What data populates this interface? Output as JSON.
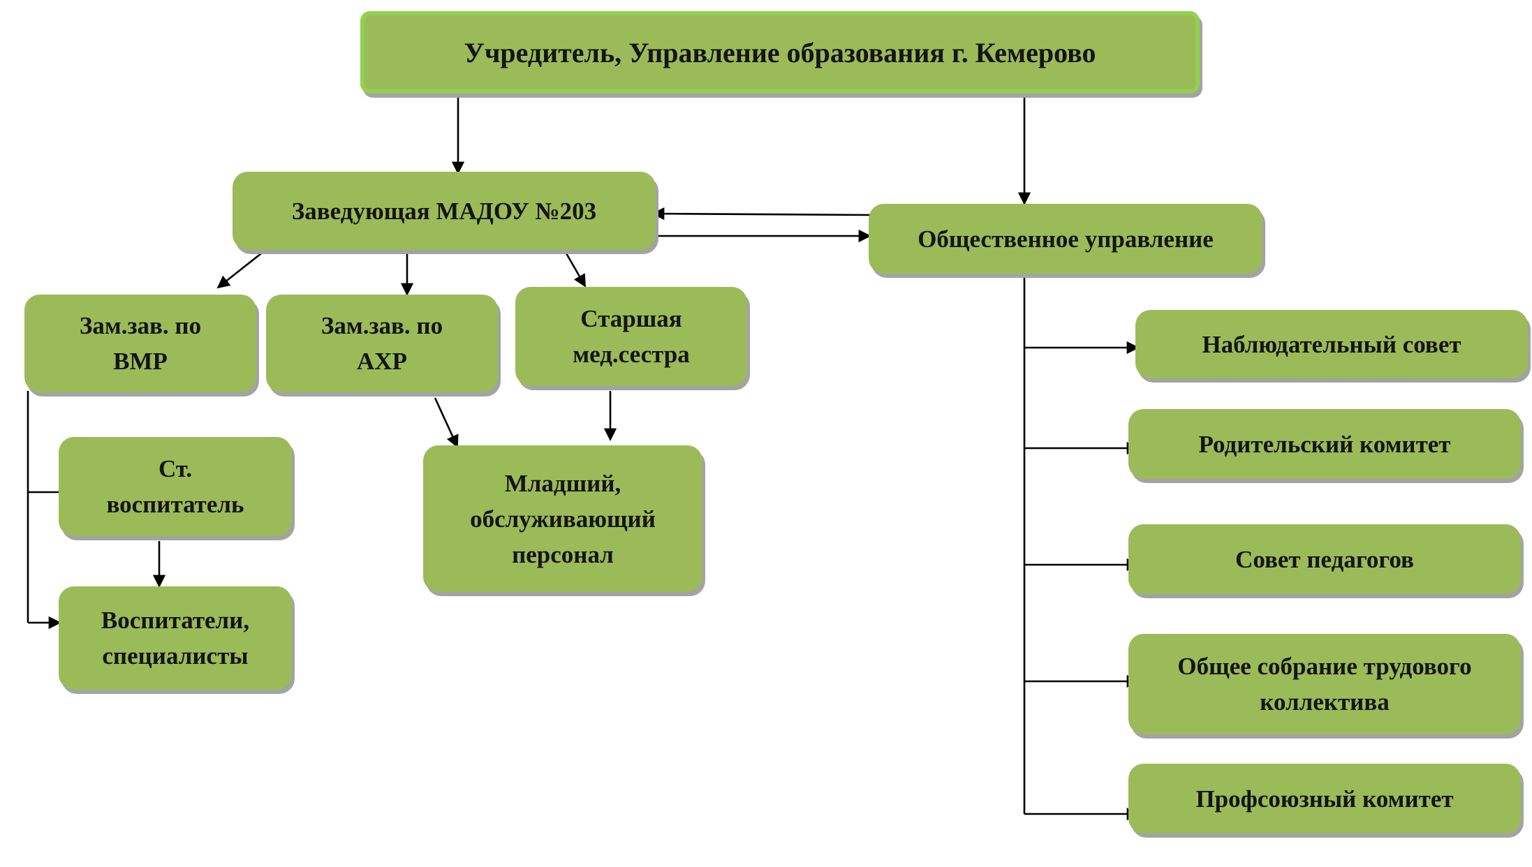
{
  "colors": {
    "box_fill": "#9bbb59",
    "top_border": "#92d050",
    "shadow": "#a3a3a3",
    "line": "#000000",
    "text": "#141414"
  },
  "nodes": {
    "founder": "Учредитель, Управление образования г. Кемерово",
    "head": "Заведующая МАДОУ №203",
    "public_governance": "Общественное управление",
    "deputy_vmr": "Зам.зав. по\nВМР",
    "deputy_ahr": "Зам.зав. по\nАХР",
    "senior_nurse": "Старшая\nмед.сестра",
    "senior_educator": "Ст.\nвоспитатель",
    "educators": "Воспитатели,\nспециалисты",
    "junior_staff": "Младший,\nобслуживающий\nперсонал",
    "supervisory_board": "Наблюдательный совет",
    "parent_committee": "Родительский комитет",
    "teachers_council": "Совет педагогов",
    "general_meeting": "Общее собрание трудового\nколлектива",
    "trade_union": "Профсоюзный комитет"
  }
}
